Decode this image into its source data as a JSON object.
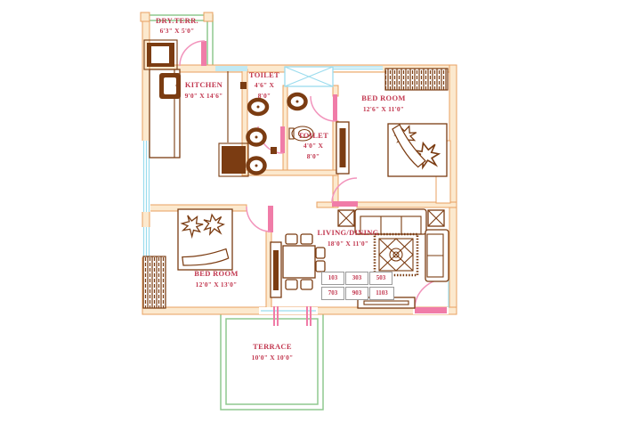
{
  "plan": {
    "rooms": {
      "dry_terrace": {
        "name": "DRY.TERR.",
        "dims": "6'3\" X 5'0\""
      },
      "kitchen": {
        "name": "KITCHEN",
        "dims": "9'0\" X 14'6\""
      },
      "toilet_top": {
        "name": "TOILET",
        "dims_l1": "4'6\" X",
        "dims_l2": "8'0\""
      },
      "toilet_mid": {
        "name": "TOILET",
        "dims_l1": "4'0\" X",
        "dims_l2": "8'0\""
      },
      "bedroom_top": {
        "name": "BED ROOM",
        "dims": "12'6\" X 11'0\""
      },
      "bedroom_bottom": {
        "name": "BED ROOM",
        "dims": "12'0\" X 13'0\""
      },
      "living_dining": {
        "name": "LIVING/DINING",
        "dims": "18'0\" X 11'0\""
      },
      "terrace": {
        "name": "TERRACE",
        "dims": "10'0\" X 10'0\""
      }
    },
    "unit_numbers": [
      "103",
      "303",
      "503",
      "703",
      "903",
      "1103"
    ],
    "colors": {
      "wall": "#E8A060",
      "wall_fill": "#FCE9CE",
      "label": "#C23850",
      "door": "#F07CA8",
      "door_arc": "#F294BC",
      "window": "#9BDCEE",
      "furniture": "#7B3C12",
      "terrace": "#8FC98F",
      "chip_border": "#9A9A9A"
    }
  }
}
